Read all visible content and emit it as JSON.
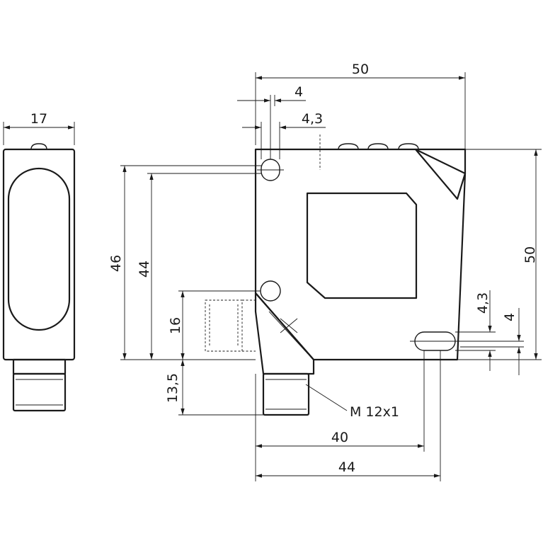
{
  "drawing": {
    "side_view": {
      "width_label": "17"
    },
    "front_view": {
      "width_label": "50",
      "hole_width_label": "4",
      "hole_offset_label": "4,3",
      "height_label": "50",
      "mount_height_label": "46",
      "mount_inner_label": "44",
      "connector_offset_label": "16",
      "connector_length_label": "13,5",
      "thread_label": "M 12x1",
      "right_hole_offset_label": "4,3",
      "right_hole_width_label": "4",
      "bottom_inner_label": "40",
      "bottom_outer_label": "44"
    }
  }
}
